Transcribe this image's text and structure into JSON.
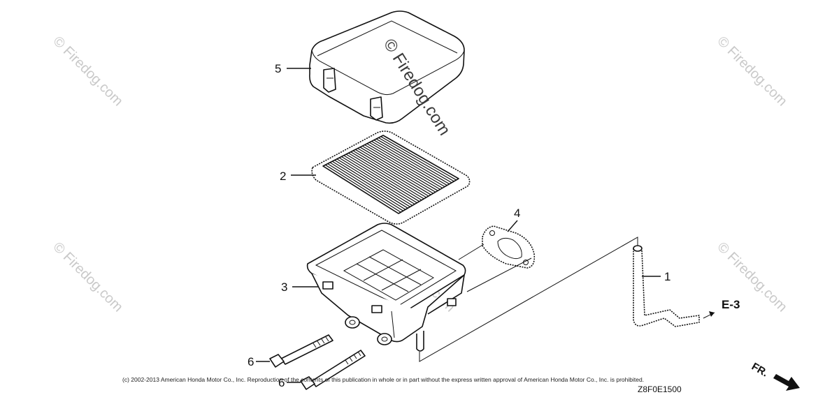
{
  "callouts": {
    "part_1": "1",
    "part_2": "2",
    "part_3": "3",
    "part_4": "4",
    "part_5": "5",
    "part_6a": "6",
    "part_6b": "6"
  },
  "reference": "E-3",
  "direction_label": "FR.",
  "watermarks": {
    "center": "© Firedog.com",
    "faint": "© Firedog.com"
  },
  "copyright": "(c) 2002-2013 American Honda Motor Co., Inc. Reproduction of the contents of this publication in whole or in part without the express written approval of American Honda Motor Co., Inc. is prohibited.",
  "diagram_code": "Z8F0E1500",
  "colors": {
    "line": "#111111",
    "watermark_faint": "#c9c9c9",
    "watermark_dark": "#3a3a3a",
    "background": "#ffffff"
  }
}
